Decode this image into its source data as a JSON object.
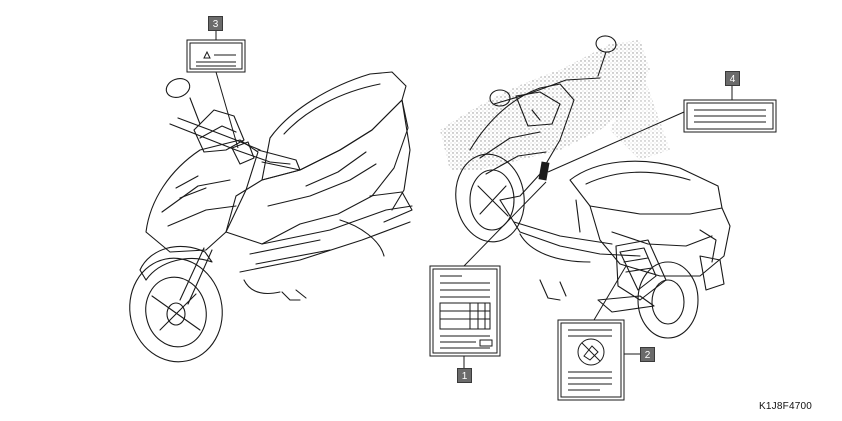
{
  "diagram": {
    "callouts": [
      {
        "id": "label-1",
        "number": "1"
      },
      {
        "id": "label-2",
        "number": "2"
      },
      {
        "id": "label-3",
        "number": "3"
      },
      {
        "id": "label-4",
        "number": "4"
      }
    ],
    "part_code": "K1J8F4700"
  },
  "colors": {
    "line": "#1a1a1a",
    "badge": "#6b6b6b",
    "stipple": "#9a9a9a",
    "background": "#ffffff"
  }
}
